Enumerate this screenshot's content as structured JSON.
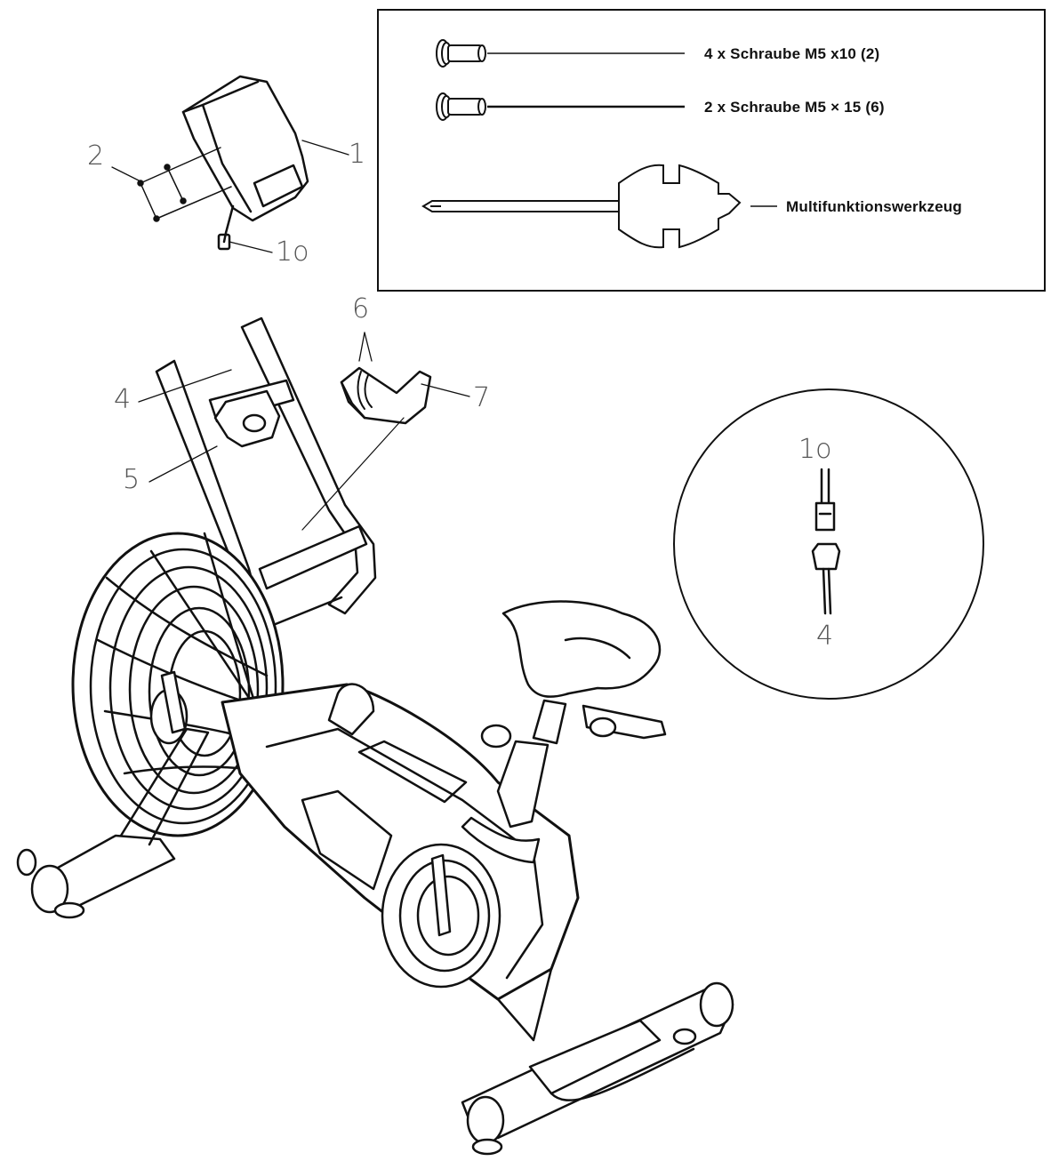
{
  "hardware": {
    "items": [
      {
        "label": "4 x Schraube M5 x10 (2)",
        "icon": "screw-short-icon"
      },
      {
        "label": "2 x Schraube M5 × 15 (6)",
        "icon": "screw-long-icon"
      },
      {
        "label": "Multifunktionswerkzeug",
        "icon": "multi-tool-icon"
      }
    ]
  },
  "callouts": {
    "console": "1",
    "screws_console": "2",
    "console_cable": "1o",
    "frame_cable": "4",
    "handlebar_mount": "5",
    "screws_cover": "6",
    "cover": "7"
  },
  "detail": {
    "top_cable": "1o",
    "bottom_cable": "4"
  }
}
